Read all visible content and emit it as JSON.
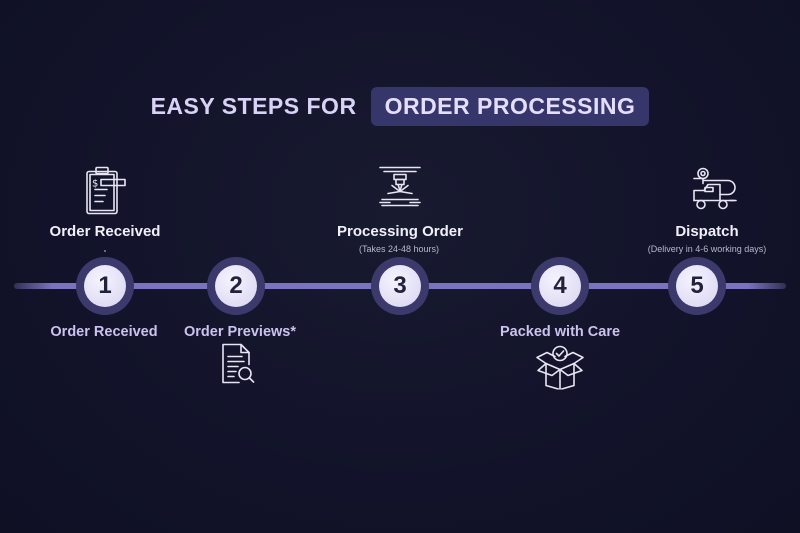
{
  "title": {
    "prefix": "EASY STEPS FOR",
    "highlight": "ORDER PROCESSING"
  },
  "steps": [
    {
      "number": "1",
      "top_label": "Order Received",
      "bottom_label": "Order Received",
      "icon": "clipboard-invoice-icon"
    },
    {
      "number": "2",
      "bottom_label": "Order Previews*",
      "icon": "document-search-icon"
    },
    {
      "number": "3",
      "top_label": "Processing Order",
      "subtext": "(Takes 24-48 hours)",
      "icon": "laser-machine-icon"
    },
    {
      "number": "4",
      "bottom_label": "Packed with Care",
      "icon": "open-box-check-icon"
    },
    {
      "number": "5",
      "top_label": "Dispatch",
      "subtext": "(Delivery in 4-6 working days)",
      "icon": "delivery-truck-icon"
    }
  ],
  "colors": {
    "background": "#14152a",
    "accent": "#7a74c0",
    "pill": "#37366a"
  }
}
